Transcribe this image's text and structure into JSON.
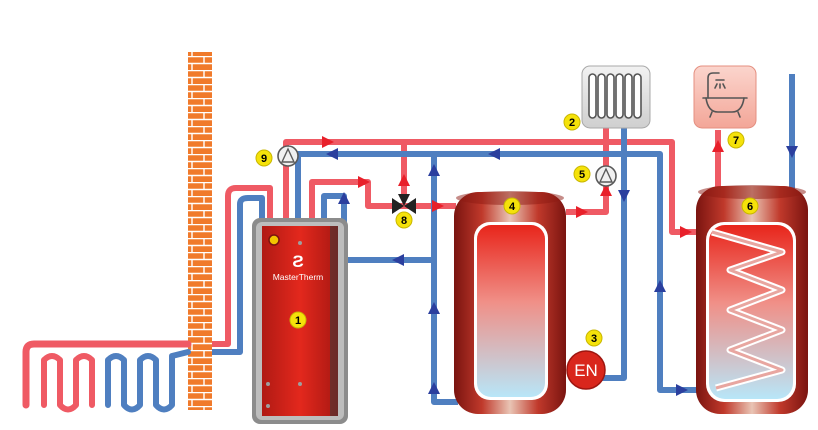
{
  "diagram": {
    "heat_pump": {
      "brand": "MasterTherm",
      "number": "1"
    },
    "labels": {
      "radiator": "2",
      "expansion_vessel": "3",
      "buffer_tank": "4",
      "circulation_pump": "5",
      "hot_water_tank": "6",
      "bath": "7",
      "three_way_valve": "8",
      "heating_pump": "9"
    },
    "expansion_vessel_text": "EN",
    "colors": {
      "hot_pipe": "#ef5a64",
      "cold_pipe": "#4f7fc0",
      "arrow_hot": "#e8202a",
      "arrow_cold": "#2b3f9e",
      "tank": "#b5261f",
      "heat_pump_body": "#d9261c",
      "brick": "#f07a2b",
      "badge": "#f5e20a"
    }
  }
}
